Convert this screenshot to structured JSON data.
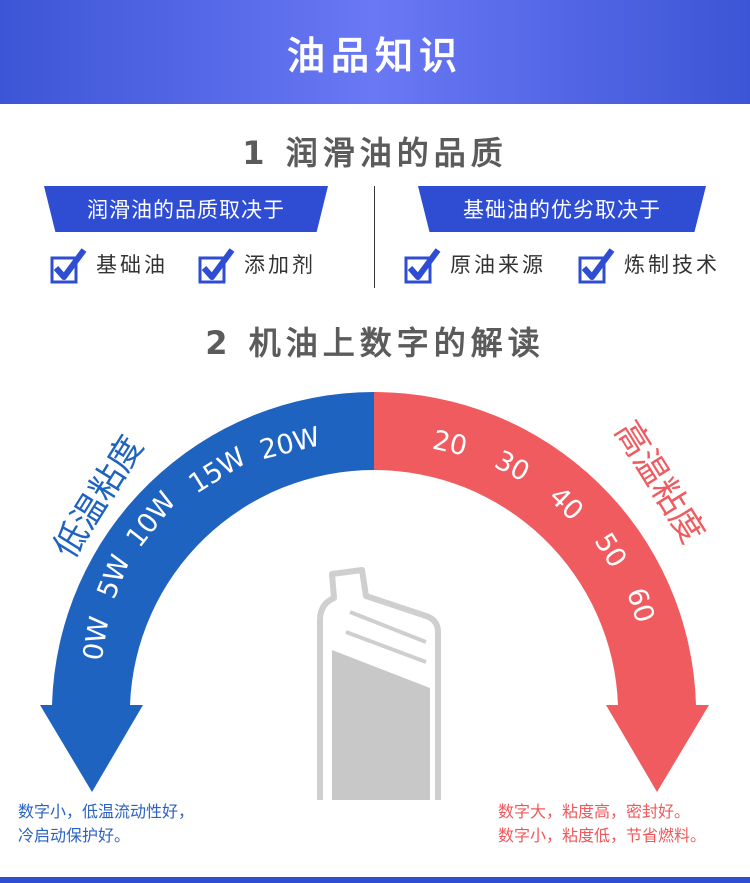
{
  "banner": {
    "title": "油品知识"
  },
  "section1": {
    "title": "1 润滑油的品质",
    "left": {
      "tag": "润滑油的品质取决于",
      "items": [
        "基础油",
        "添加剂"
      ]
    },
    "right": {
      "tag": "基础油的优劣取决于",
      "items": [
        "原油来源",
        "炼制技术"
      ]
    }
  },
  "section2": {
    "title": "2 机油上数字的解读"
  },
  "gauge": {
    "low_title": "低温粘度",
    "high_title": "高温粘度",
    "low_grades": [
      "0W",
      "5W",
      "10W",
      "15W",
      "20W"
    ],
    "high_grades": [
      "20",
      "30",
      "40",
      "50",
      "60"
    ],
    "colors": {
      "low": "#1f63c0",
      "high": "#f05b5f"
    }
  },
  "notes": {
    "left": [
      "数字小，低温流动性好，",
      "冷启动保护好。"
    ],
    "right": [
      "数字大，粘度高，密封好。",
      "数字小，粘度低，节省燃料。"
    ]
  },
  "icons": {
    "check": "check-icon",
    "bottle": "oil-bottle-icon"
  },
  "colors": {
    "accent": "#2f4dd3",
    "title_gray": "#5b5b5b"
  }
}
